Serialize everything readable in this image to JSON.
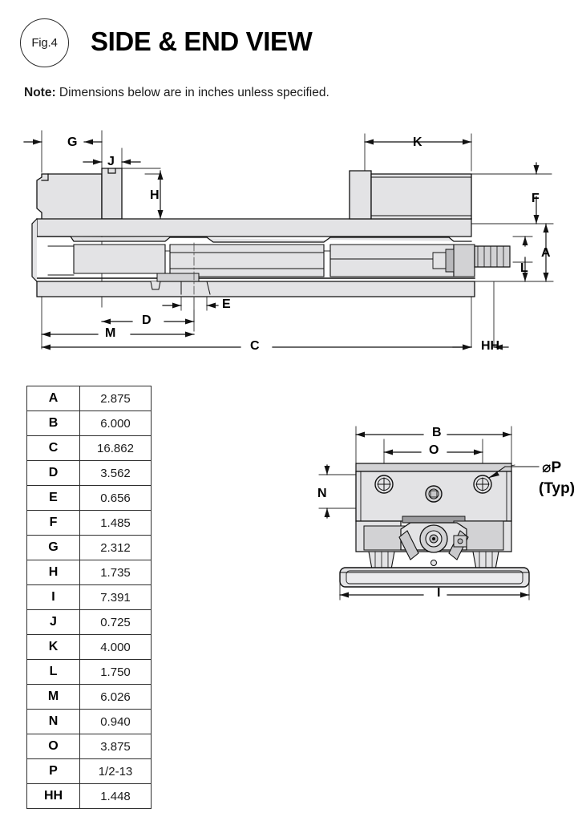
{
  "header": {
    "figure_badge": "Fig.4",
    "title": "SIDE & END VIEW",
    "note_prefix": "Note:",
    "note_text": " Dimensions below are in inches unless specified."
  },
  "side_view": {
    "name": "side-and-section-view-of-machine-vise",
    "dimension_labels": [
      {
        "id": "G",
        "label": "G"
      },
      {
        "id": "J",
        "label": "J"
      },
      {
        "id": "H",
        "label": "H"
      },
      {
        "id": "K",
        "label": "K"
      },
      {
        "id": "F",
        "label": "F"
      },
      {
        "id": "A",
        "label": "A"
      },
      {
        "id": "L",
        "label": "L"
      },
      {
        "id": "E",
        "label": "E"
      },
      {
        "id": "D",
        "label": "D"
      },
      {
        "id": "M",
        "label": "M"
      },
      {
        "id": "C",
        "label": "C"
      },
      {
        "id": "HH",
        "label": "HH"
      }
    ]
  },
  "end_view": {
    "name": "end-view-of-machine-vise",
    "dimension_labels": [
      {
        "id": "B",
        "label": "B"
      },
      {
        "id": "O",
        "label": "O"
      },
      {
        "id": "N",
        "label": "N"
      },
      {
        "id": "I",
        "label": "I"
      }
    ],
    "callout_line1": "⌀P",
    "callout_line2": "(Typ)"
  },
  "dimension_table": {
    "rows": [
      {
        "key": "A",
        "value": "2.875"
      },
      {
        "key": "B",
        "value": "6.000"
      },
      {
        "key": "C",
        "value": "16.862"
      },
      {
        "key": "D",
        "value": "3.562"
      },
      {
        "key": "E",
        "value": "0.656"
      },
      {
        "key": "F",
        "value": "1.485"
      },
      {
        "key": "G",
        "value": "2.312"
      },
      {
        "key": "H",
        "value": "1.735"
      },
      {
        "key": "I",
        "value": "7.391"
      },
      {
        "key": "J",
        "value": "0.725"
      },
      {
        "key": "K",
        "value": "4.000"
      },
      {
        "key": "L",
        "value": "1.750"
      },
      {
        "key": "M",
        "value": "6.026"
      },
      {
        "key": "N",
        "value": "0.940"
      },
      {
        "key": "O",
        "value": "3.875"
      },
      {
        "key": "P",
        "value": "1/2-13"
      },
      {
        "key": "HH",
        "value": "1.448"
      }
    ]
  },
  "colors": {
    "ink": "#111111",
    "fill_light": "#e3e3e5",
    "fill_mid": "#d2d2d4",
    "fill_dark": "#b9b9bc",
    "page": "#ffffff"
  }
}
